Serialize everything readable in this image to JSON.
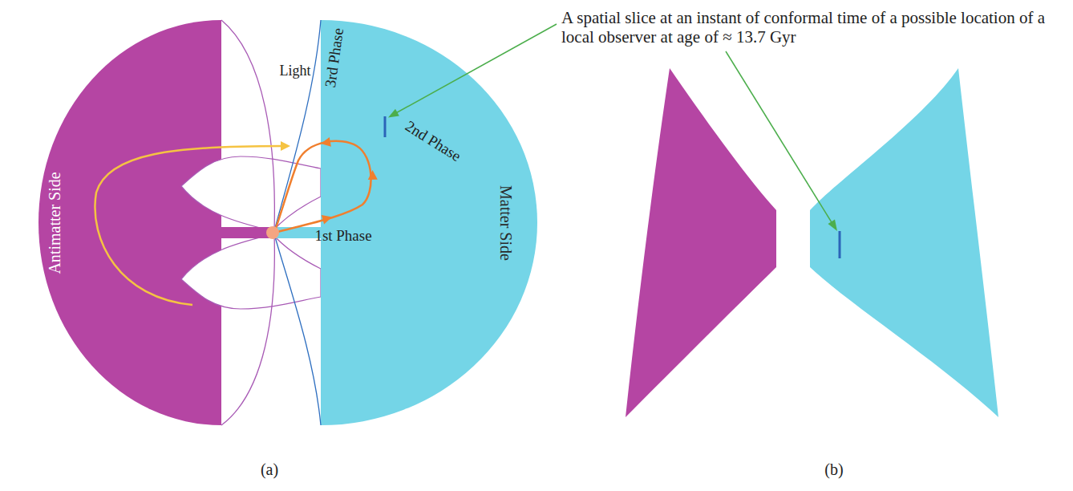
{
  "diagram": {
    "nodes": [
      {
        "text": [
          "Antimatter Side"
        ]
      },
      {
        "text": [
          "Matter Side"
        ]
      }
    ],
    "labels": [
      "Light",
      "3rd Phase",
      "2nd Phase",
      "1st Phase",
      "A spatial slice at an instant of conformal time of a possible location of a local observer at age of ≈ 13.7 Gyr",
      "(a)",
      "(b)"
    ]
  }
}
